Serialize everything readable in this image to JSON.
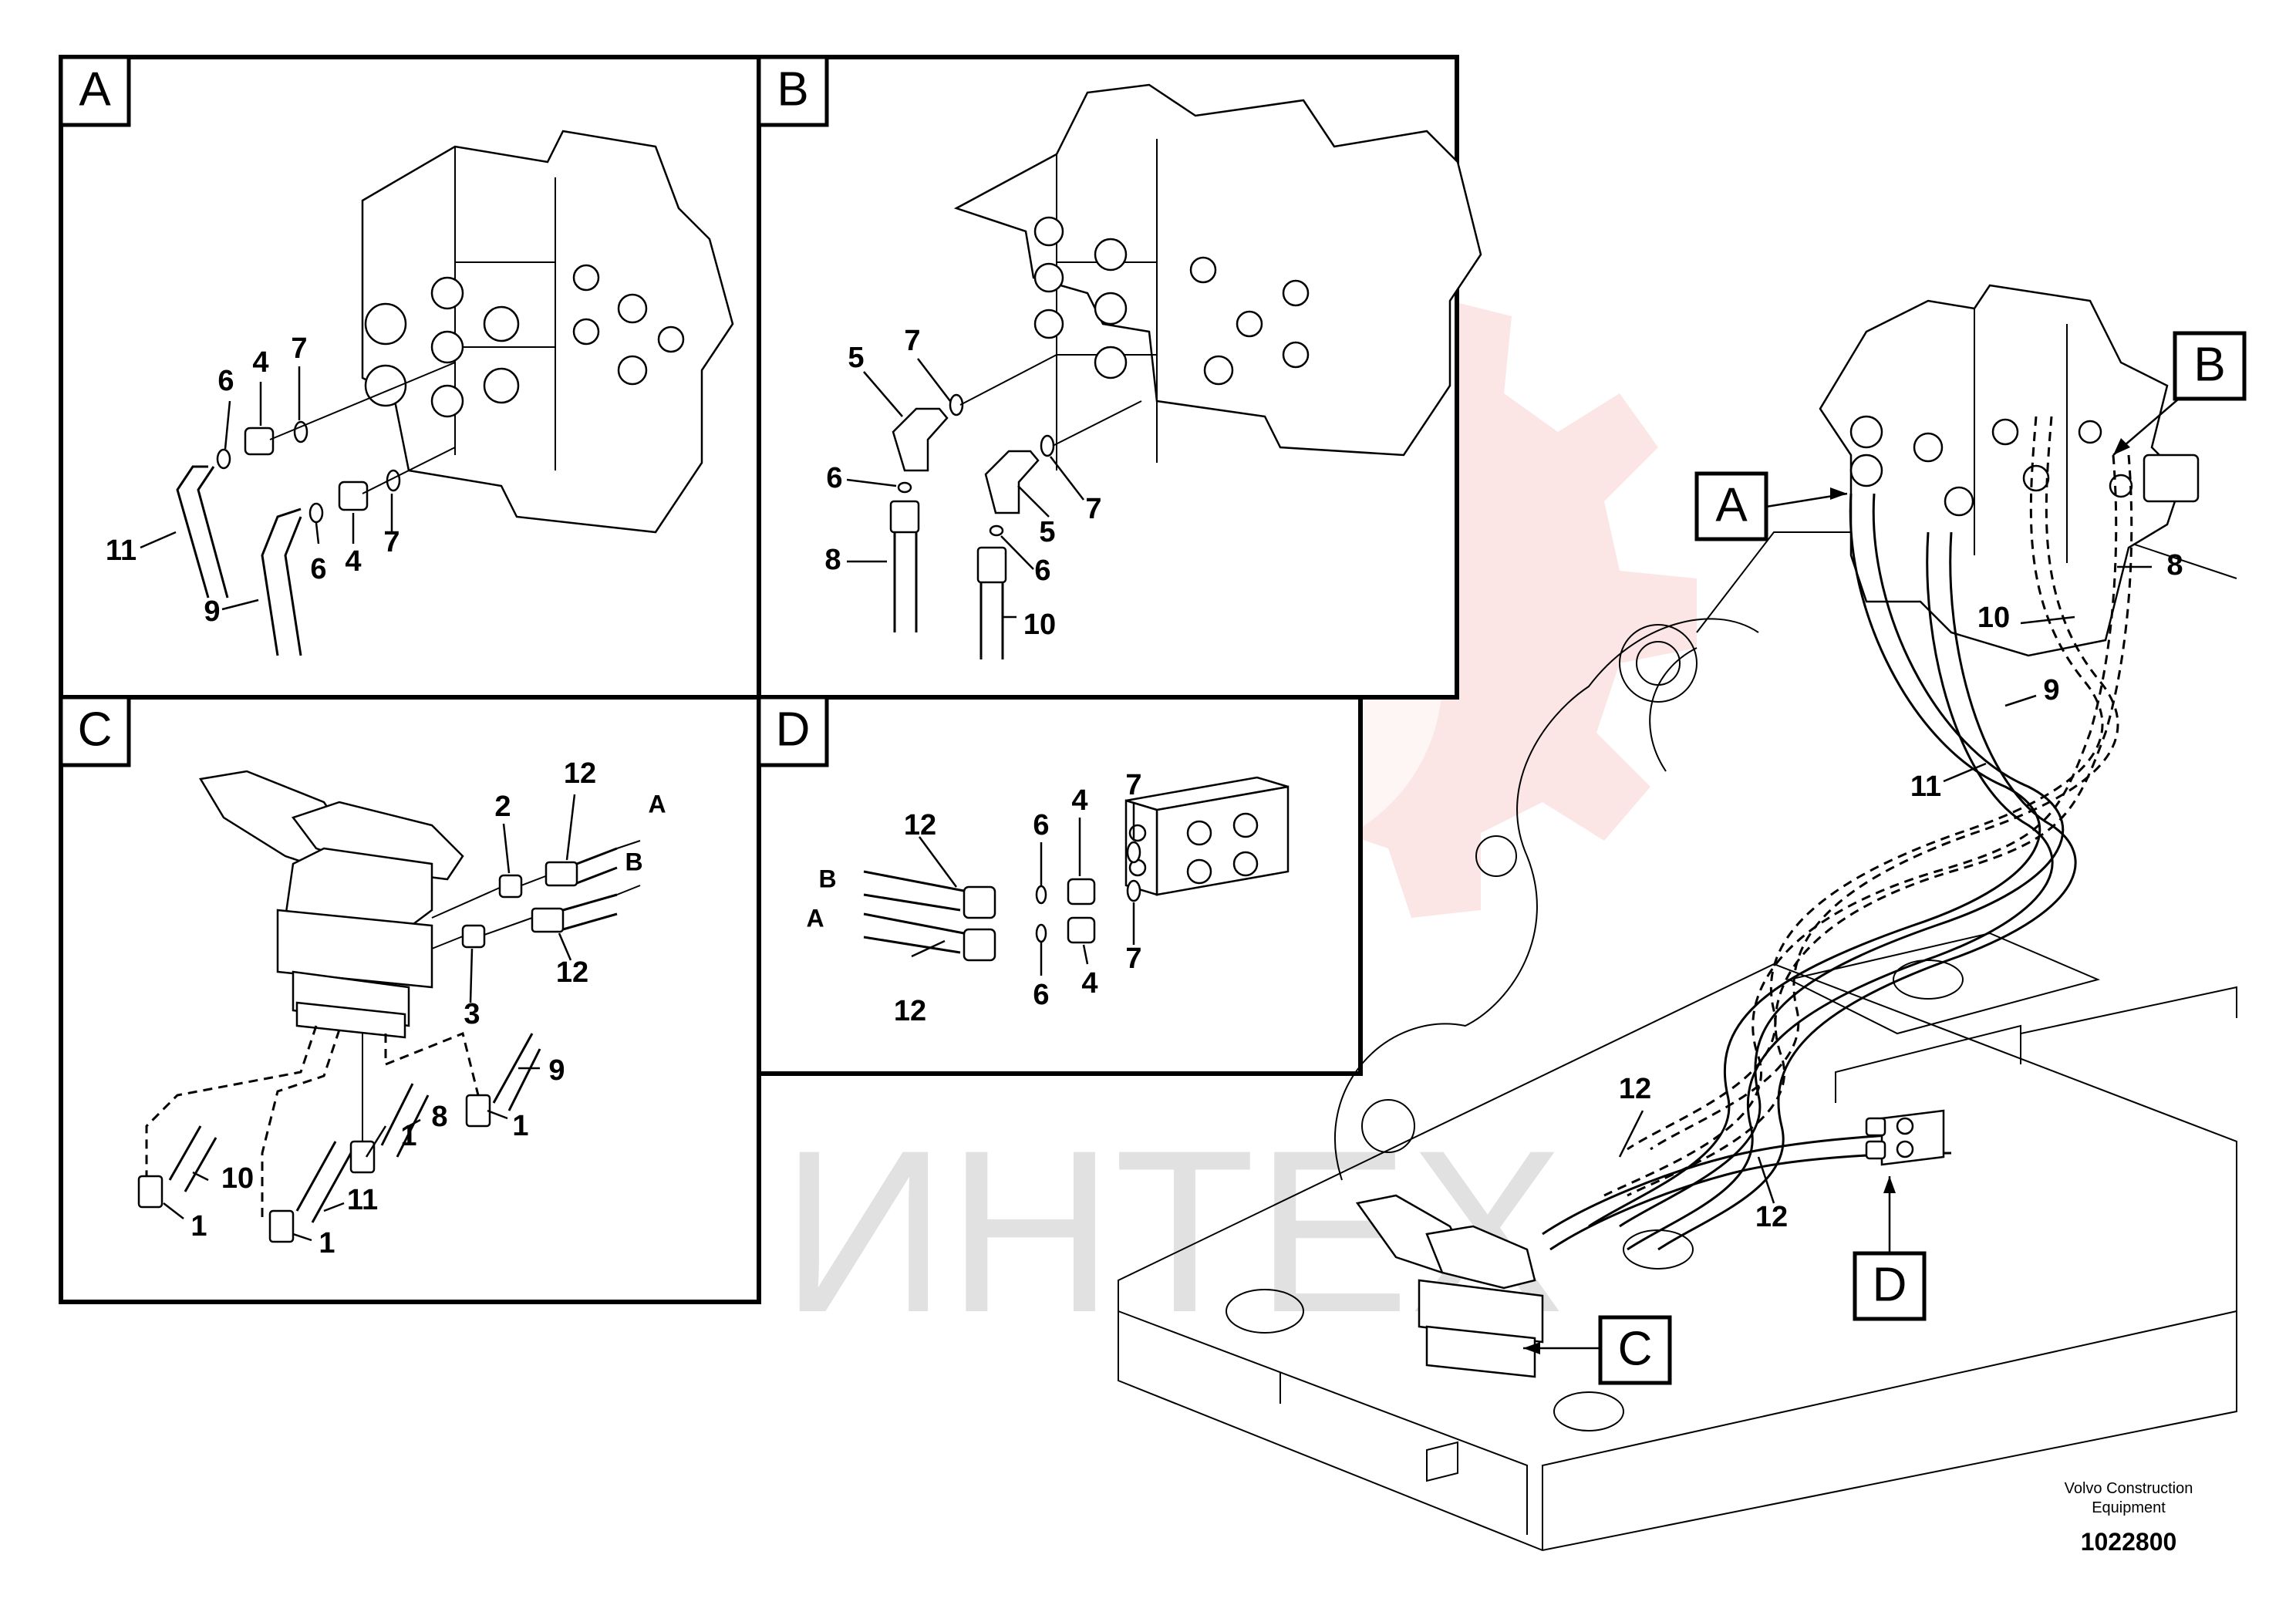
{
  "panels": {
    "a": {
      "letter": "A",
      "callouts": [
        "6",
        "4",
        "7",
        "11",
        "9",
        "6",
        "4",
        "7"
      ]
    },
    "b": {
      "letter": "B",
      "callouts": [
        "5",
        "7",
        "6",
        "8",
        "5",
        "7",
        "6",
        "10"
      ]
    },
    "c": {
      "letter": "C",
      "callouts": [
        "2",
        "12",
        "A",
        "B",
        "12",
        "3",
        "9",
        "1",
        "8",
        "1",
        "10",
        "11",
        "1",
        "1"
      ]
    },
    "d": {
      "letter": "D",
      "callouts": [
        "12",
        "6",
        "4",
        "7",
        "B",
        "A",
        "12",
        "6",
        "4",
        "7"
      ]
    }
  },
  "main": {
    "labels": {
      "a": "A",
      "b": "B",
      "c": "C",
      "d": "D"
    },
    "callouts": [
      "8",
      "10",
      "9",
      "11",
      "12",
      "12"
    ]
  },
  "watermark": {
    "text": "ИНТЕХ",
    "color": "#e53333"
  },
  "footer": {
    "company_line1": "Volvo Construction",
    "company_line2": "Equipment",
    "doc_number": "1022800"
  }
}
